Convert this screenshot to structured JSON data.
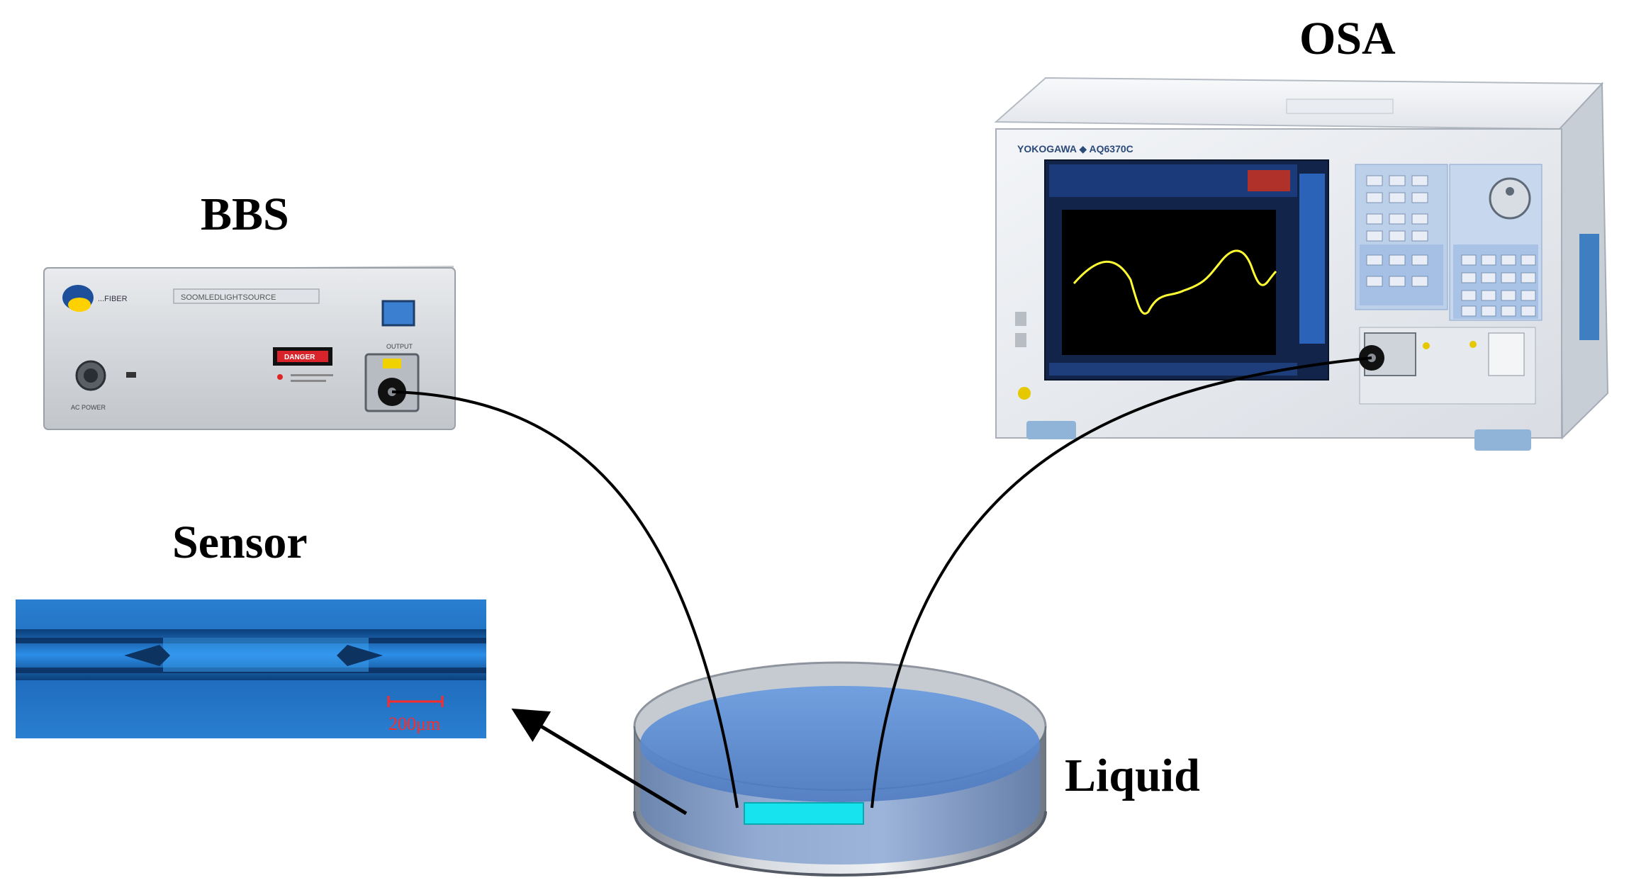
{
  "labels": {
    "bbs": "BBS",
    "osa": "OSA",
    "sensor": "Sensor",
    "liquid": "Liquid"
  },
  "sensor_image": {
    "scale_bar_label": "200μm"
  },
  "bbs_device": {
    "brand_text": "...FIBER",
    "panel_title": "SOOMLEDLIGHTSOURCE",
    "warning_text": "DANGER",
    "power_text": "AC POWER",
    "output_text": "OUTPUT"
  },
  "osa_device": {
    "brand_text": "YOKOGAWA ◆ AQ6370C"
  },
  "colors": {
    "liquid": "#5b8fd8",
    "sensor_chip": "#17e3ee",
    "sensor_bg": "#1f6ebf",
    "osa_trace": "#ffff33",
    "scale_bar": "#ff2a2a",
    "fiber": "#000000"
  }
}
